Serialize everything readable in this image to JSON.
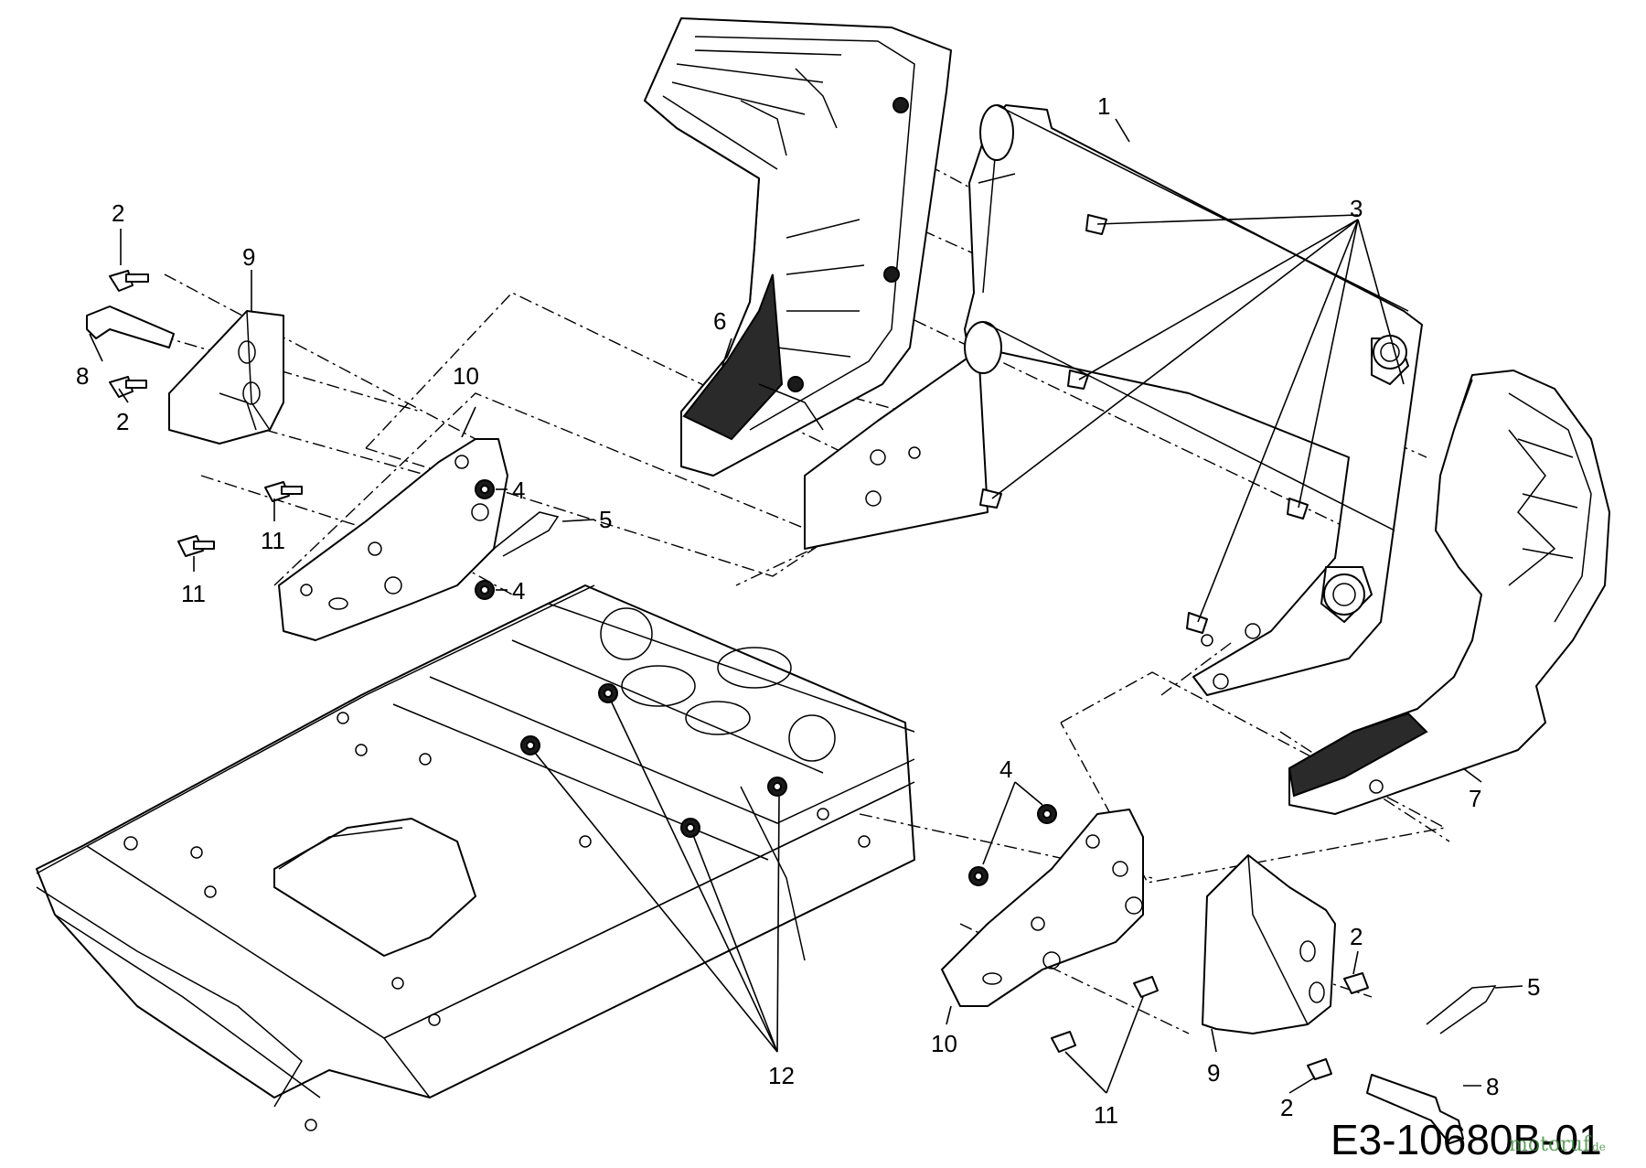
{
  "diagram": {
    "code": "E3-10680B-01",
    "watermark": "motoruf",
    "watermark_suffix": "de",
    "callouts": [
      {
        "id": "c1",
        "label": "1"
      },
      {
        "id": "c2a",
        "label": "2"
      },
      {
        "id": "c2b",
        "label": "2"
      },
      {
        "id": "c2c",
        "label": "2"
      },
      {
        "id": "c2d",
        "label": "2"
      },
      {
        "id": "c3",
        "label": "3"
      },
      {
        "id": "c4a",
        "label": "4"
      },
      {
        "id": "c4b",
        "label": "4"
      },
      {
        "id": "c4c",
        "label": "4"
      },
      {
        "id": "c5a",
        "label": "5"
      },
      {
        "id": "c5b",
        "label": "5"
      },
      {
        "id": "c6",
        "label": "6"
      },
      {
        "id": "c7",
        "label": "7"
      },
      {
        "id": "c8a",
        "label": "8"
      },
      {
        "id": "c8b",
        "label": "8"
      },
      {
        "id": "c9a",
        "label": "9"
      },
      {
        "id": "c9b",
        "label": "9"
      },
      {
        "id": "c10a",
        "label": "10"
      },
      {
        "id": "c10b",
        "label": "10"
      },
      {
        "id": "c11a",
        "label": "11"
      },
      {
        "id": "c11b",
        "label": "11"
      },
      {
        "id": "c11c",
        "label": "11"
      },
      {
        "id": "c12",
        "label": "12"
      }
    ]
  }
}
